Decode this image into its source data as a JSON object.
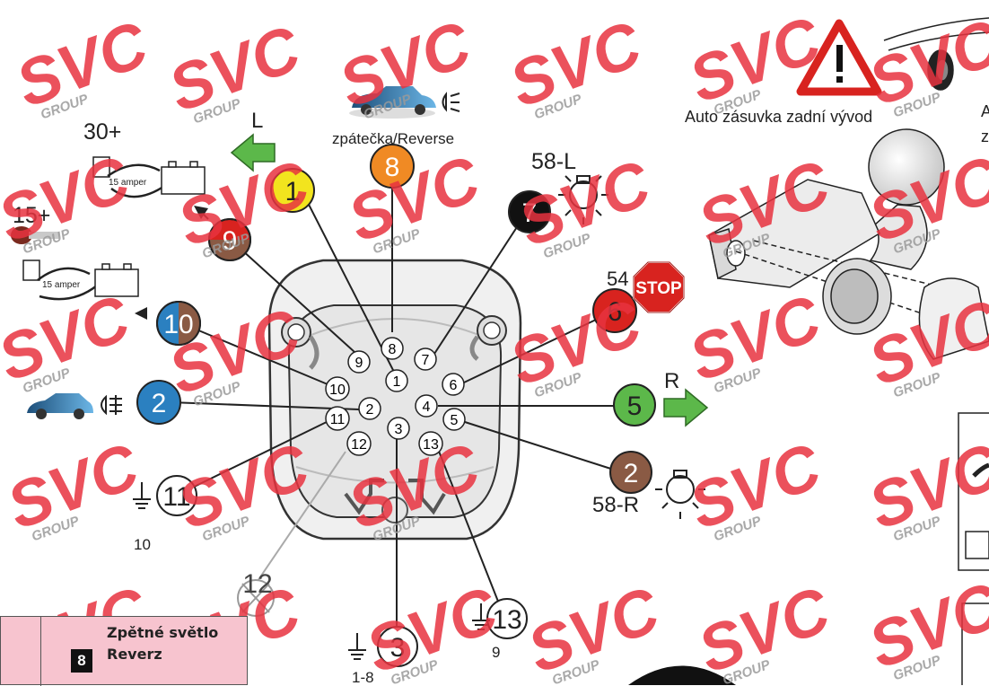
{
  "labels": {
    "l30": "30+",
    "l15": "15+",
    "amper1": "15 amper",
    "amper2": "15 amper",
    "L": "L",
    "R": "R",
    "reverse": "zpátečka/Reverse",
    "l58L": "58-L",
    "l58R": "58-R",
    "l54": "54",
    "stop": "STOP",
    "gnd10": "10",
    "gnd18": "1-8",
    "gnd9": "9",
    "right_title": "Auto zásuvka zadní vývod",
    "edge_A": "A",
    "edge_z": "z"
  },
  "callouts": {
    "c1": "1",
    "c2": "2",
    "c3": "3",
    "c5": "5",
    "c6": "6",
    "c7": "7",
    "c8": "8",
    "c9": "9",
    "c10": "10",
    "c11": "11",
    "c12": "12",
    "c13": "13",
    "c2r": "2"
  },
  "pins": {
    "p1": "1",
    "p2": "2",
    "p3": "3",
    "p4": "4",
    "p5": "5",
    "p6": "6",
    "p7": "7",
    "p8": "8",
    "p9": "9",
    "p10": "10",
    "p11": "11",
    "p12": "12",
    "p13": "13"
  },
  "legend": {
    "number": "8",
    "line1": "Zpětné světlo",
    "line2": "Reverz"
  },
  "watermark": {
    "brand": "SVC",
    "sub": "GROUP"
  },
  "colors": {
    "yellow": "#f2e41e",
    "orange": "#f08a24",
    "black": "#111111",
    "red": "#d8231f",
    "green": "#5cb84a",
    "brown": "#8a5a44",
    "blue": "#2b80c0",
    "watermark": "#e8323f"
  }
}
